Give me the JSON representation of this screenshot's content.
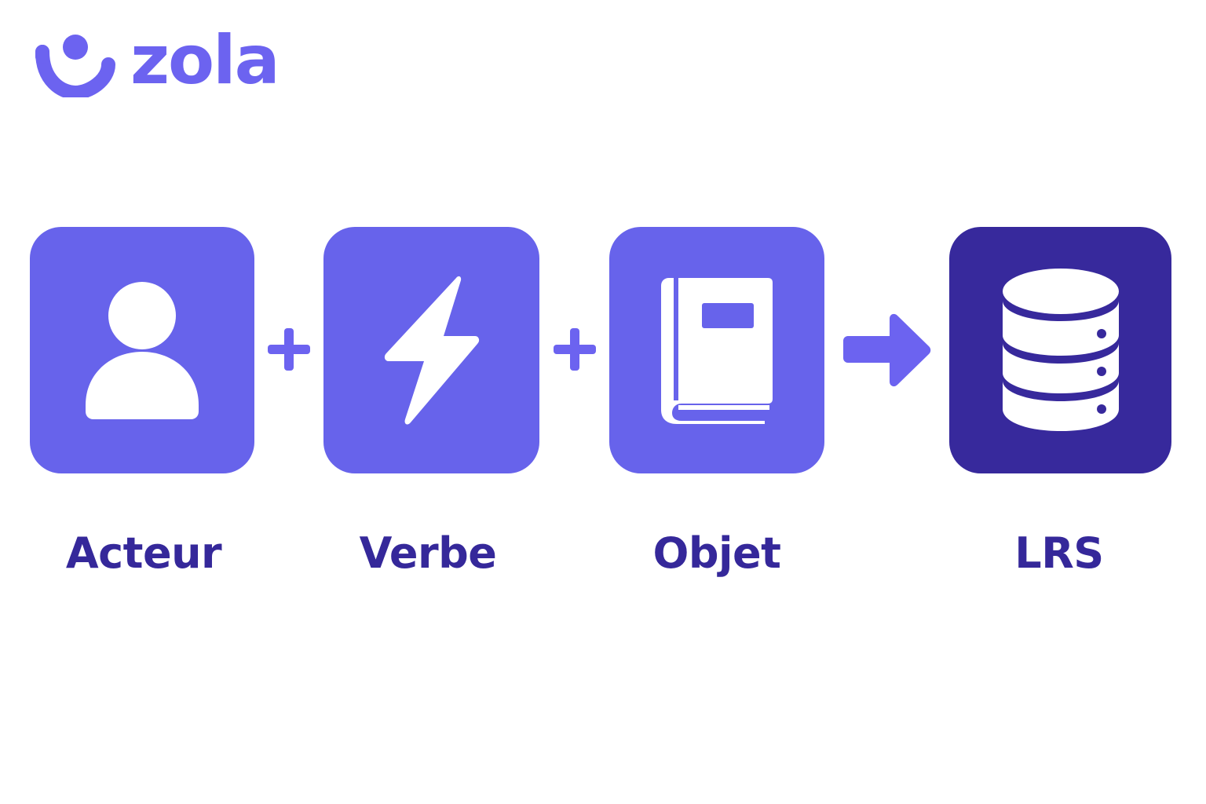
{
  "brand": {
    "name": "zola",
    "logo_icon": "smile-person-icon"
  },
  "flow": [
    {
      "label": "Acteur",
      "icon": "person-icon"
    },
    {
      "label": "Verbe",
      "icon": "lightning-icon"
    },
    {
      "label": "Objet",
      "icon": "book-icon"
    },
    {
      "label": "LRS",
      "icon": "database-icon"
    }
  ],
  "operators": [
    "plus-icon",
    "plus-icon",
    "arrow-right-icon"
  ],
  "colors": {
    "brand": "#6C63F0",
    "tile": "#6763EB",
    "tile_dark": "#37299C",
    "label": "#35289A",
    "background": "#FFFFFF",
    "icon_fill": "#FFFFFF"
  }
}
